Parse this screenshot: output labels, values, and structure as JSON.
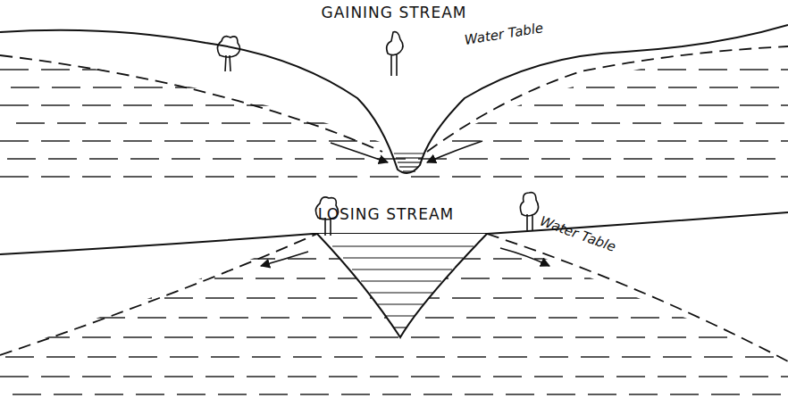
{
  "diagram": {
    "labels": [
      "GAINING STREAM",
      "Water Table",
      "LOSING STREAM",
      "Water Table"
    ]
  }
}
